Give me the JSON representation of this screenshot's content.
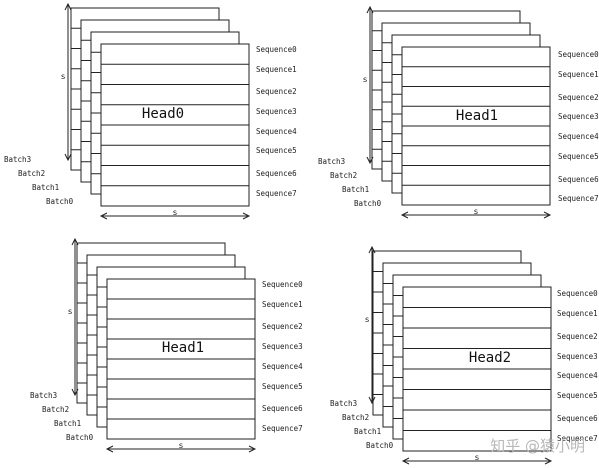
{
  "diagram": {
    "panels": [
      {
        "head_label": "Head0",
        "sequences": [
          "Sequence0",
          "Sequence1",
          "Sequence2",
          "Sequence3",
          "Sequence4",
          "Sequence5",
          "Sequence6",
          "Sequence7"
        ],
        "batches": [
          "Batch3",
          "Batch2",
          "Batch1",
          "Batch0"
        ],
        "vertical_dim_label": "s",
        "horizontal_dim_label": "s"
      },
      {
        "head_label": "Head1",
        "sequences": [
          "Sequence0",
          "Sequence1",
          "Sequence2",
          "Sequence3",
          "Sequence4",
          "Sequence5",
          "Sequence6",
          "Sequence7"
        ],
        "batches": [
          "Batch3",
          "Batch2",
          "Batch1",
          "Batch0"
        ],
        "vertical_dim_label": "s",
        "horizontal_dim_label": "s"
      },
      {
        "head_label": "Head1",
        "sequences": [
          "Sequence0",
          "Sequence1",
          "Sequence2",
          "Sequence3",
          "Sequence4",
          "Sequence5",
          "Sequence6",
          "Sequence7"
        ],
        "batches": [
          "Batch3",
          "Batch2",
          "Batch1",
          "Batch0"
        ],
        "vertical_dim_label": "s",
        "horizontal_dim_label": "s"
      },
      {
        "head_label": "Head2",
        "sequences": [
          "Sequence0",
          "Sequence1",
          "Sequence2",
          "Sequence3",
          "Sequence4",
          "Sequence5",
          "Sequence6",
          "Sequence7"
        ],
        "batches": [
          "Batch3",
          "Batch2",
          "Batch1",
          "Batch0"
        ],
        "vertical_dim_label": "s",
        "horizontal_dim_label": "s"
      }
    ],
    "watermark": "知乎 @猿小明"
  }
}
